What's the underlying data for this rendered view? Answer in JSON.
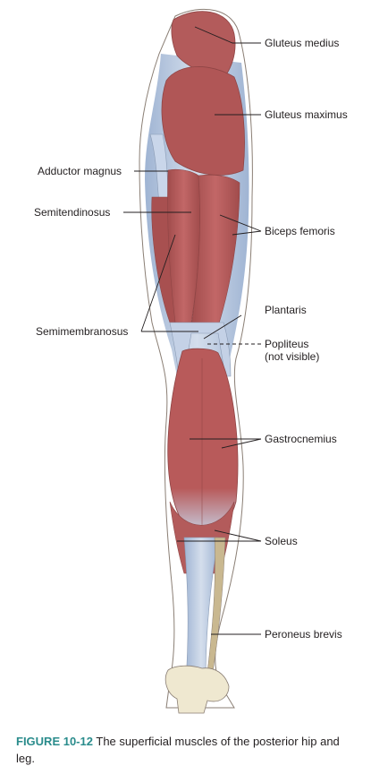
{
  "labels": {
    "gluteus_medius": "Gluteus medius",
    "gluteus_maximus": "Gluteus maximus",
    "adductor_magnus": "Adductor magnus",
    "semitendinosus": "Semitendinosus",
    "biceps_femoris": "Biceps femoris",
    "plantaris": "Plantaris",
    "semimembranosus": "Semimembranosus",
    "popliteus_line1": "Popliteus",
    "popliteus_line2": "(not visible)",
    "gastrocnemius": "Gastrocnemius",
    "soleus": "Soleus",
    "peroneus_brevis": "Peroneus brevis"
  },
  "caption": {
    "figure_number": "FIGURE 10-12",
    "text": "The superficial muscles of the posterior hip and leg."
  },
  "colors": {
    "muscle": "#b85a5a",
    "muscle_dark": "#9c4646",
    "tendon": "#b8c9e0",
    "bone": "#efe8d0",
    "outline": "#8a7e74",
    "leader": "#231f20",
    "caption_accent": "#2a8c8c"
  }
}
